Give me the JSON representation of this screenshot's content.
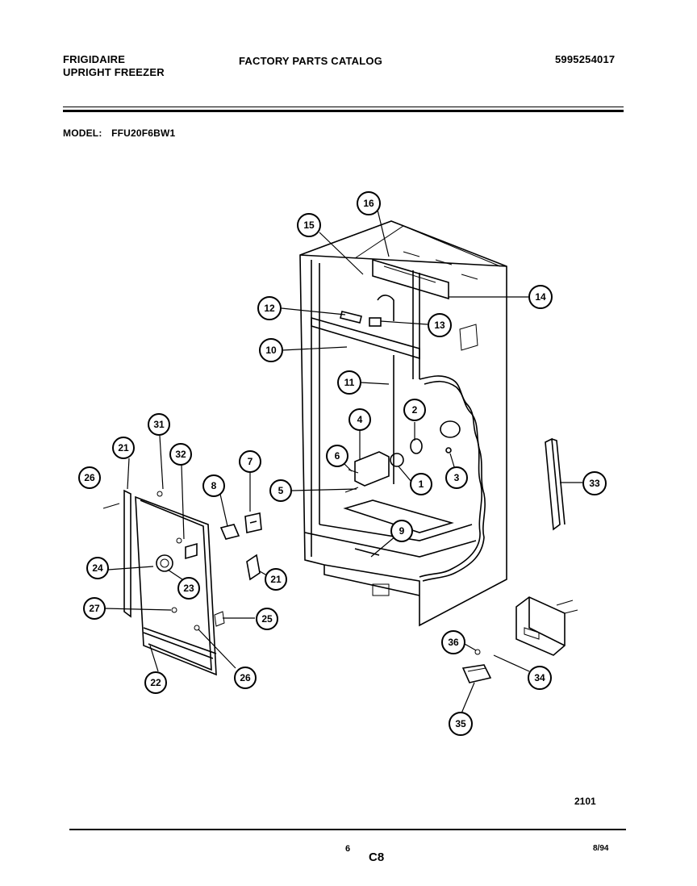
{
  "header": {
    "brand_line1": "FRIGIDAIRE",
    "brand_line2": "UPRIGHT FREEZER",
    "catalog_title": "FACTORY PARTS CATALOG",
    "part_number": "5995254017",
    "model_label": "MODEL:",
    "model_value": "FFU20F6BW1"
  },
  "figure_number": "2101",
  "footer": {
    "page_number": "6",
    "section_code": "C8",
    "date_code": "8/94"
  },
  "callouts": [
    {
      "id": "c1",
      "label": "1"
    },
    {
      "id": "c2",
      "label": "2"
    },
    {
      "id": "c3",
      "label": "3"
    },
    {
      "id": "c4",
      "label": "4"
    },
    {
      "id": "c5",
      "label": "5"
    },
    {
      "id": "c6",
      "label": "6"
    },
    {
      "id": "c7",
      "label": "7"
    },
    {
      "id": "c8",
      "label": "8"
    },
    {
      "id": "c9",
      "label": "9"
    },
    {
      "id": "c10",
      "label": "10"
    },
    {
      "id": "c11",
      "label": "11"
    },
    {
      "id": "c12",
      "label": "12"
    },
    {
      "id": "c13",
      "label": "13"
    },
    {
      "id": "c14",
      "label": "14"
    },
    {
      "id": "c15",
      "label": "15"
    },
    {
      "id": "c16",
      "label": "16"
    },
    {
      "id": "c21a",
      "label": "21"
    },
    {
      "id": "c21b",
      "label": "21"
    },
    {
      "id": "c22",
      "label": "22"
    },
    {
      "id": "c23",
      "label": "23"
    },
    {
      "id": "c24",
      "label": "24"
    },
    {
      "id": "c25",
      "label": "25"
    },
    {
      "id": "c26a",
      "label": "26"
    },
    {
      "id": "c26b",
      "label": "26"
    },
    {
      "id": "c27",
      "label": "27"
    },
    {
      "id": "c31",
      "label": "31"
    },
    {
      "id": "c32",
      "label": "32"
    },
    {
      "id": "c33",
      "label": "33"
    },
    {
      "id": "c34",
      "label": "34"
    },
    {
      "id": "c35",
      "label": "35"
    },
    {
      "id": "c36",
      "label": "36"
    }
  ]
}
